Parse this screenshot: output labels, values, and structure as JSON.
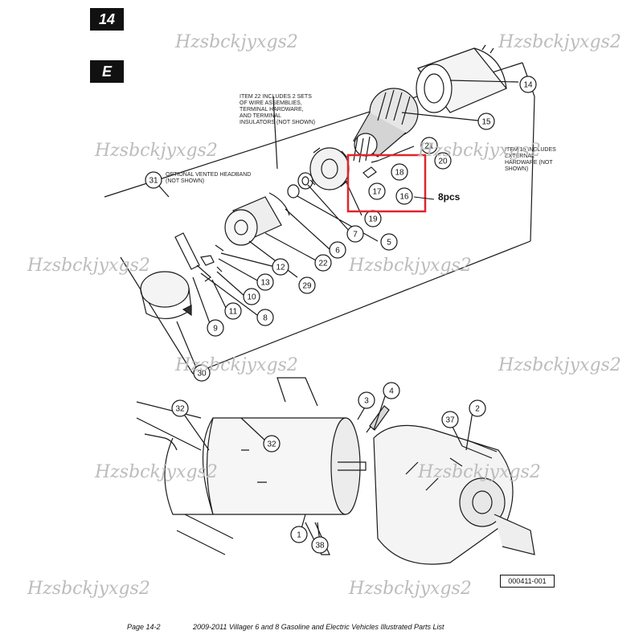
{
  "section_tab": "14",
  "subsection_tab": "E",
  "notes": {
    "item22": "ITEM 22 INCLUDES 2 SETS OF WIRE ASSEMBLIES, TERMINAL HARDWARE, AND TERMINAL INSULATORS (NOT SHOWN)",
    "item31": "OPTIONAL VENTED HEADBAND (NOT SHOWN)",
    "item15": "ITEM 15 INCLUDES EXTERNAL HARDWARE (NOT SHOWN)"
  },
  "callouts": [
    "14",
    "15",
    "21",
    "20",
    "18",
    "17",
    "16",
    "19",
    "7",
    "5",
    "6",
    "22",
    "29",
    "12",
    "13",
    "10",
    "11",
    "8",
    "9",
    "31",
    "30",
    "32",
    "32",
    "3",
    "4",
    "2",
    "37",
    "1",
    "38"
  ],
  "highlight": {
    "label": "8pcs",
    "color": "#e3232a"
  },
  "watermark": "Hzsbckjyxgs2",
  "figure_number": "000411-001",
  "footer": {
    "page": "Page 14-2",
    "title": "2009-2011  Villager 6 and 8 Gasoline and Electric Vehicles  Illustrated Parts List"
  }
}
